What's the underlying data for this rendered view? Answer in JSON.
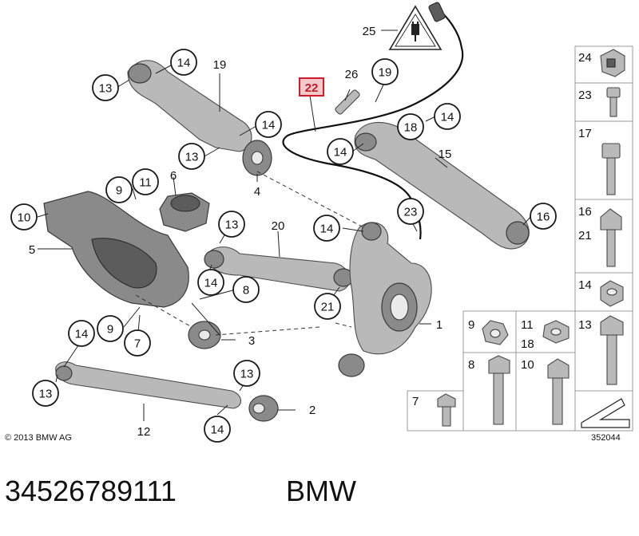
{
  "diagram": {
    "callouts_main": [
      "25",
      "26",
      "24",
      "22",
      "19",
      "14",
      "13",
      "14",
      "13",
      "4",
      "14",
      "18",
      "14",
      "17",
      "15",
      "6",
      "11",
      "9",
      "10",
      "5",
      "13",
      "20",
      "14",
      "23",
      "16",
      "14",
      "8",
      "21",
      "1",
      "14",
      "9",
      "7",
      "3",
      "13",
      "13",
      "2",
      "12",
      "14"
    ],
    "highlighted_part": "22",
    "side_panel_labels": [
      "24",
      "23",
      "17",
      "16",
      "21",
      "14",
      "9",
      "11",
      "18",
      "13",
      "8",
      "10",
      "7"
    ],
    "copyright": "© 2013 BMW AG",
    "image_number": "352044"
  },
  "caption": {
    "part_number": "34526789111",
    "brand": "BMW"
  },
  "colors": {
    "highlight_box": "#d01c2a",
    "highlight_fill": "#f3c9cc",
    "warning_triangle": "#ffffff"
  }
}
